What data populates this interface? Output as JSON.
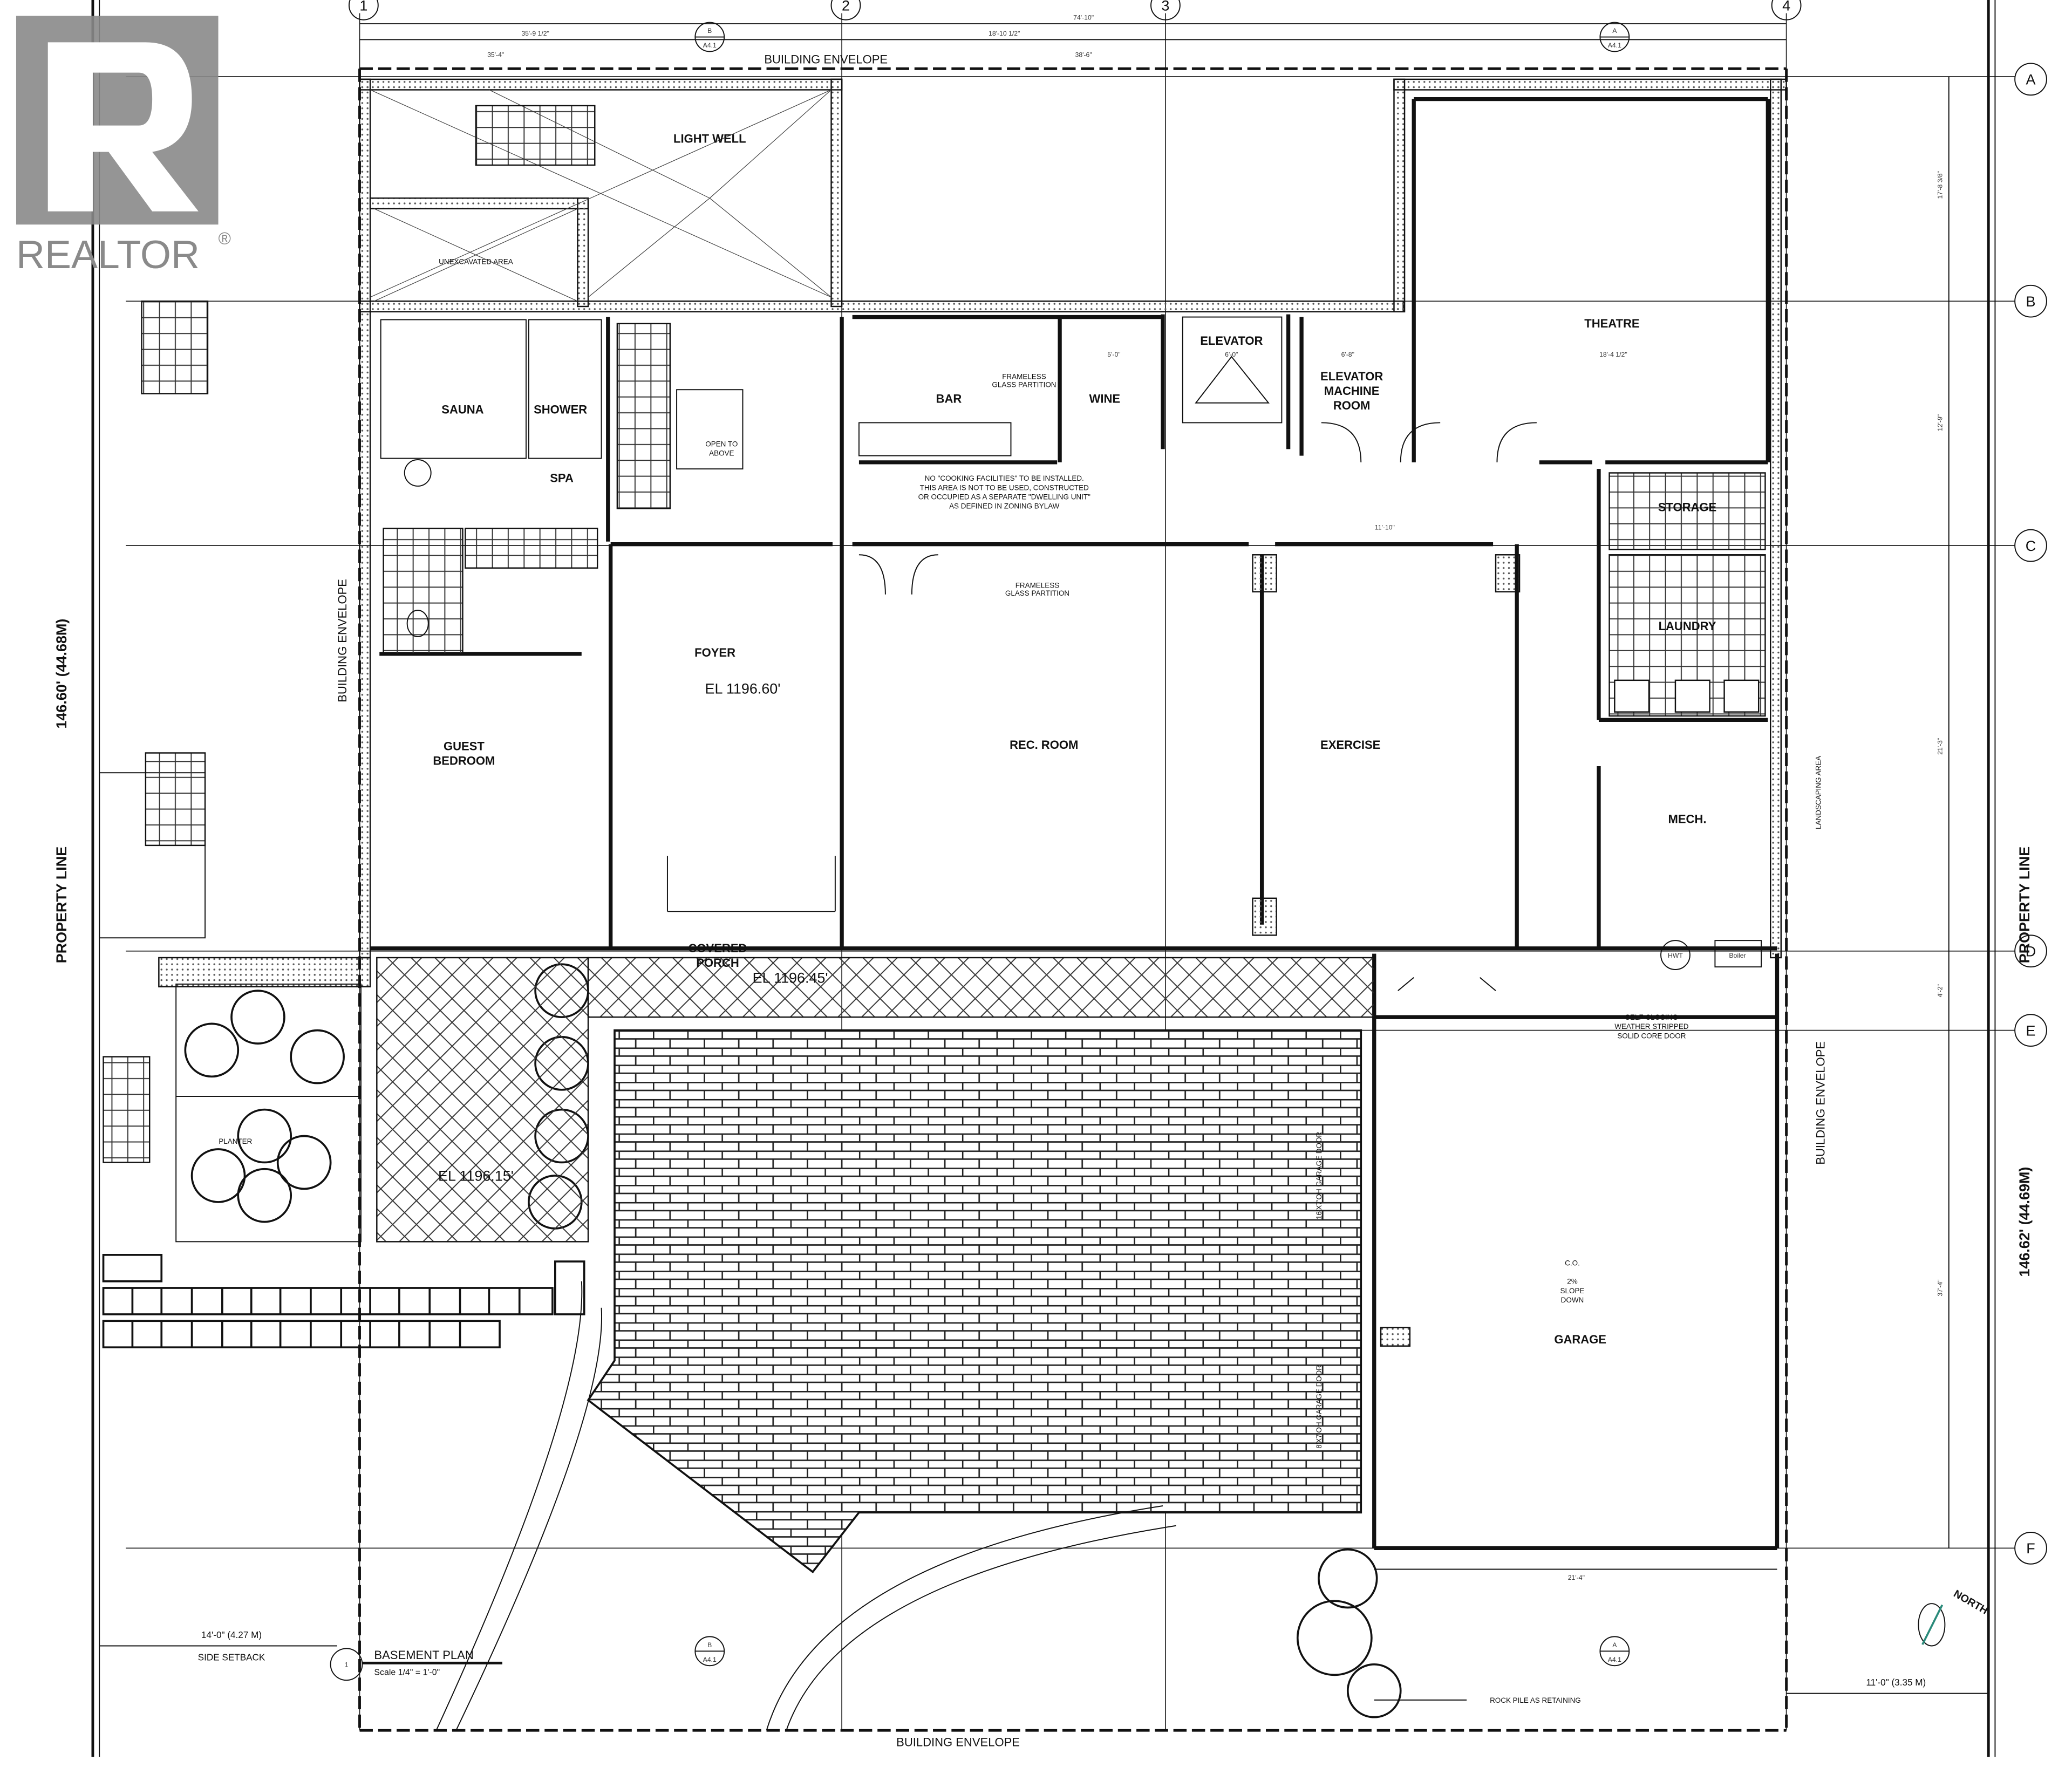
{
  "logo": {
    "text": "REALTOR",
    "mark": "®",
    "color": "#8a8a8a"
  },
  "plan": {
    "title": "BASEMENT PLAN",
    "scale": "Scale 1/4\" = 1'-0\"",
    "view_number": "1",
    "north_label": "NORTH"
  },
  "grid": {
    "columns": [
      "1",
      "2",
      "3",
      "4"
    ],
    "rows": [
      "A",
      "B",
      "C",
      "D",
      "E",
      "F"
    ]
  },
  "section_markers": {
    "sheet": "A4.1",
    "left": "B",
    "right": "A"
  },
  "rooms": {
    "light_well": "LIGHT WELL",
    "sauna": "SAUNA",
    "shower": "SHOWER",
    "spa": "SPA",
    "open_to_above": [
      "OPEN TO",
      "ABOVE"
    ],
    "bar": "BAR",
    "wine": "WINE",
    "elevator": "ELEVATOR",
    "elevator_machine_room": [
      "ELEVATOR",
      "MACHINE",
      "ROOM"
    ],
    "theatre": "THEATRE",
    "storage": "STORAGE",
    "laundry": "LAUNDRY",
    "mech": "MECH.",
    "foyer": "FOYER",
    "guest_bedroom": [
      "GUEST",
      "BEDROOM"
    ],
    "rec_room": "REC. ROOM",
    "exercise": "EXERCISE",
    "covered_porch": [
      "COVERED",
      "PORCH"
    ],
    "planter": "PLANTER",
    "garage": "GARAGE"
  },
  "elevations": {
    "foyer": "EL 1196.60'",
    "porch": "EL 1196.45'",
    "planter": "EL 1196.15'"
  },
  "notes": {
    "frameless_glass": [
      "FRAMELESS",
      "GLASS PARTITION"
    ],
    "no_cooking": [
      "NO \"COOKING FACILITIES\" TO BE INSTALLED.",
      "THIS AREA IS NOT TO BE USED, CONSTRUCTED",
      "OR OCCUPIED AS A SEPARATE \"DWELLING UNIT\"",
      "AS DEFINED IN ZONING BYLAW"
    ],
    "self_closing": [
      "SELF CLOSING",
      "WEATHER STRIPPED",
      "SOLID CORE DOOR"
    ],
    "slope": [
      "2%",
      "SLOPE",
      "DOWN"
    ],
    "cleanout": "C.O.",
    "rock_pile": "ROCK PILE AS RETAINING",
    "unexcavated": "UNEXCAVATED AREA",
    "landscaping": "LANDSCAPING AREA",
    "hwt": "HWT",
    "boiler": "Boiler",
    "garage_door_1": "16'X7'OH GARAGE DOOR",
    "garage_door_2": "8'X7'OH GARAGE DOOR"
  },
  "boundaries": {
    "building_envelope": "BUILDING ENVELOPE",
    "property_line": "PROPERTY LINE",
    "left_length": "146.60' (44.68M)",
    "right_length": "146.62' (44.69M)",
    "side_setback_dim": "14'-0\" (4.27 M)",
    "side_setback": "SIDE SETBACK",
    "right_setback_dim": "11'-0\" (3.35 M)"
  },
  "dimensions": {
    "overall": "74'-10\"",
    "top_left": "35'-9 1/2\"",
    "top_mid": "18'-10 1/2\"",
    "envelope_left": "35'-4\"",
    "envelope_right": "38'-6\"",
    "theatre_width": "18'-4 1/2\"",
    "garage_width": "21'-4\"",
    "corridor": "11'-10\"",
    "elevator": "6'-0\"",
    "wine": "5'-0\"",
    "mech_room": "6'-8\"",
    "right_ab": "17'-8 3/8\"",
    "right_bc": "12'-9\"",
    "right_ef": "37'-4\"",
    "right_de": "4'-2\"",
    "right_cd": "21'-3\""
  }
}
